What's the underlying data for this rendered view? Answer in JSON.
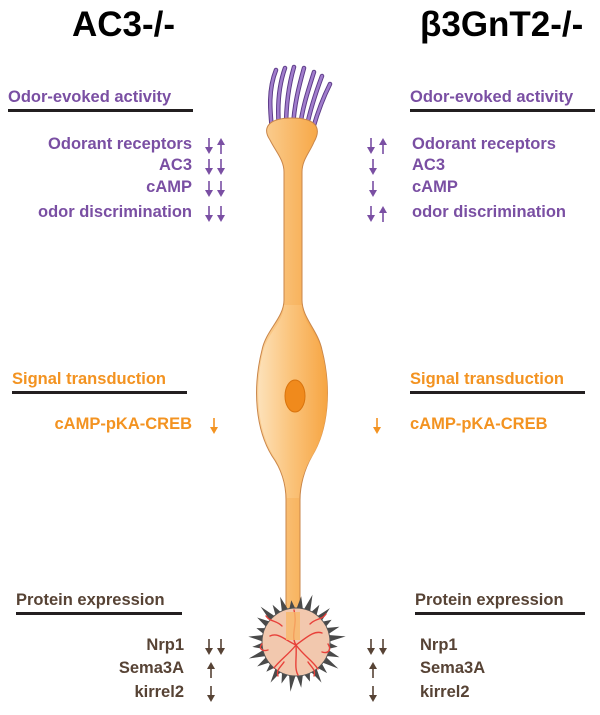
{
  "left": {
    "title": "AC3-/-",
    "odor": {
      "header": "Odor-evoked activity",
      "rows": [
        {
          "label": "Odorant receptors",
          "change": "down-up"
        },
        {
          "label": "AC3",
          "change": "down-down"
        },
        {
          "label": "cAMP",
          "change": "down-down"
        },
        {
          "label": "odor discrimination",
          "change": "down-down"
        }
      ]
    },
    "signal": {
      "header": "Signal transduction",
      "rows": [
        {
          "label": "cAMP-pKA-CREB",
          "change": "down"
        }
      ]
    },
    "protein": {
      "header": "Protein expression",
      "rows": [
        {
          "label": "Nrp1",
          "change": "down-down"
        },
        {
          "label": "Sema3A",
          "change": "up"
        },
        {
          "label": "kirrel2",
          "change": "down"
        }
      ]
    }
  },
  "right": {
    "title": "β3GnT2-/-",
    "odor": {
      "header": "Odor-evoked activity",
      "rows": [
        {
          "label": "Odorant receptors",
          "change": "down-up"
        },
        {
          "label": "AC3",
          "change": "down"
        },
        {
          "label": "cAMP",
          "change": "down"
        },
        {
          "label": "odor discrimination",
          "change": "down-up"
        }
      ]
    },
    "signal": {
      "header": "Signal transduction",
      "rows": [
        {
          "label": "cAMP-pKA-CREB",
          "change": "down"
        }
      ]
    },
    "protein": {
      "header": "Protein expression",
      "rows": [
        {
          "label": "Nrp1",
          "change": "down-down"
        },
        {
          "label": "Sema3A",
          "change": "up"
        },
        {
          "label": "kirrel2",
          "change": "down"
        }
      ]
    }
  },
  "colors": {
    "odor": "#7a4fa3",
    "signal": "#f39321",
    "protein": "#574335",
    "cilia": "#8b63b8",
    "cell_fill": "#fbc680",
    "nucleus": "#f08a1c",
    "terminal_fill": "#f2c8ae",
    "terminal_lines": "#e8413a",
    "terminal_spikes": "#4a4a4a"
  }
}
